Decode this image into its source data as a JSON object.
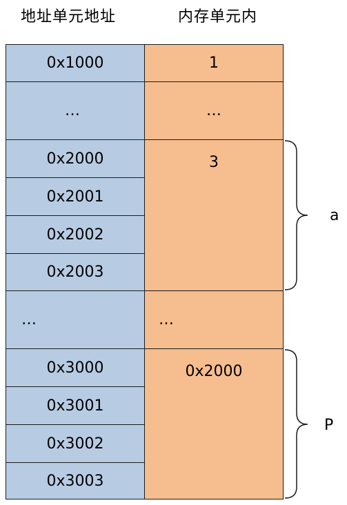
{
  "headers": {
    "address_column": "地址单元地址",
    "memory_column": "内存单元内"
  },
  "rows": [
    {
      "address": "0x1000",
      "content": "1"
    },
    {
      "address": "…",
      "content": "…"
    },
    {
      "address": "0x2000",
      "content": "3"
    },
    {
      "address": "0x2001",
      "content": ""
    },
    {
      "address": "0x2002",
      "content": ""
    },
    {
      "address": "0x2003",
      "content": ""
    },
    {
      "address": "…",
      "content": "…"
    },
    {
      "address": "0x3000",
      "content": "0x2000"
    },
    {
      "address": "0x3001",
      "content": ""
    },
    {
      "address": "0x3002",
      "content": ""
    },
    {
      "address": "0x3003",
      "content": ""
    }
  ],
  "groups": {
    "a": {
      "label": "a",
      "value": "3"
    },
    "p": {
      "label": "P",
      "value": "0x2000"
    }
  },
  "colors": {
    "address_fill": "#b7cce3",
    "memory_fill": "#f6bd8f",
    "border": "#1a1a1a"
  }
}
